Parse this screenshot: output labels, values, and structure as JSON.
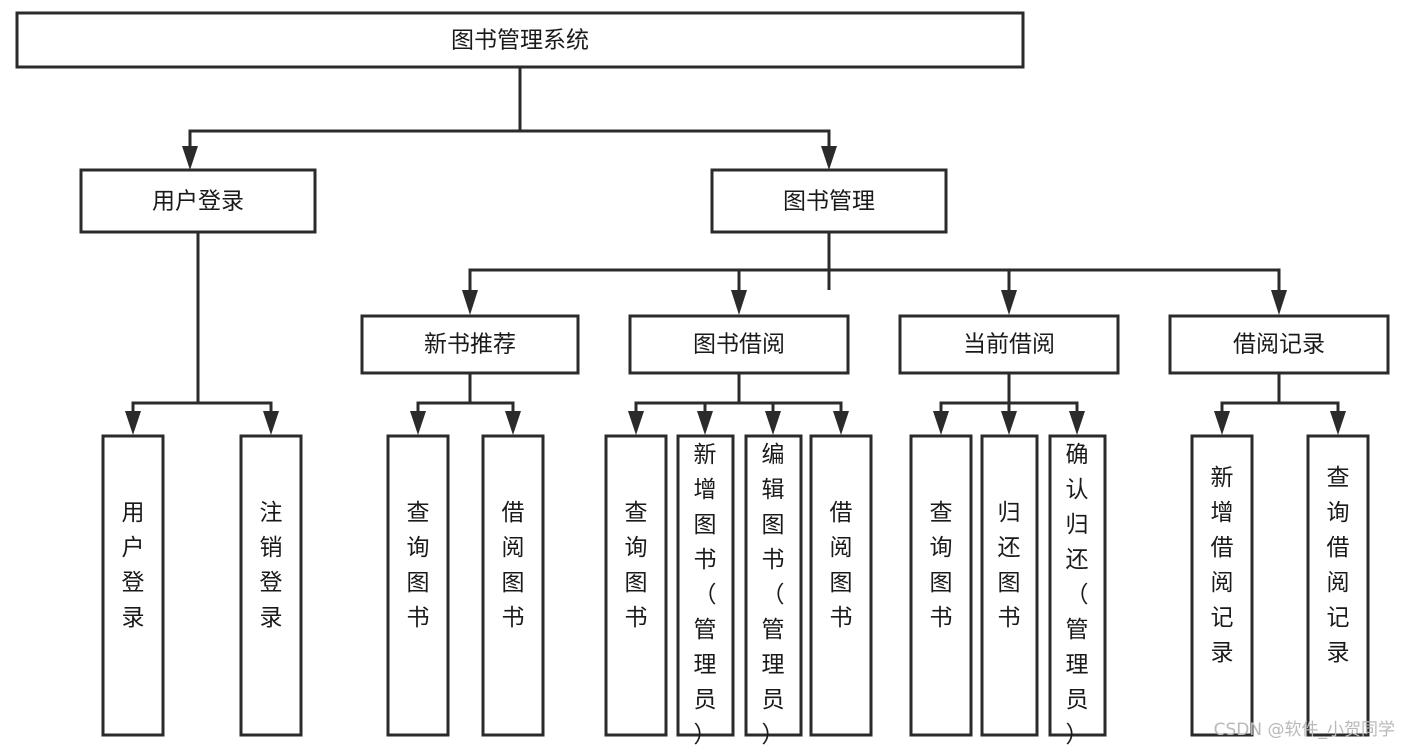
{
  "diagram": {
    "type": "tree-hierarchy-chart",
    "title": "图书管理系统",
    "colors": {
      "box_fill": "#ffffff",
      "box_stroke": "#2b2b2b",
      "connector": "#2b2b2b",
      "text": "#1a1a1a",
      "watermark": "#b9b9b9",
      "background": "#ffffff"
    },
    "root": {
      "label": "图书管理系统"
    },
    "level2": [
      {
        "label": "用户登录"
      },
      {
        "label": "图书管理"
      }
    ],
    "level3": [
      {
        "label": "新书推荐"
      },
      {
        "label": "图书借阅"
      },
      {
        "label": "当前借阅"
      },
      {
        "label": "借阅记录"
      }
    ],
    "leaves": {
      "user_login": [
        {
          "label": "用户登录"
        },
        {
          "label": "注销登录"
        }
      ],
      "new_book_recommend": [
        {
          "label": "查询图书"
        },
        {
          "label": "借阅图书"
        }
      ],
      "book_borrow": [
        {
          "label": "查询图书"
        },
        {
          "label": "新增图书（管理员）"
        },
        {
          "label": "编辑图书（管理员）"
        },
        {
          "label": "借阅图书"
        }
      ],
      "current_borrow": [
        {
          "label": "查询图书"
        },
        {
          "label": "归还图书"
        },
        {
          "label": "确认归还（管理员）"
        }
      ],
      "borrow_record": [
        {
          "label": "新增借阅记录"
        },
        {
          "label": "查询借阅记录"
        }
      ]
    },
    "watermark": "CSDN @软件_小贺同学"
  }
}
